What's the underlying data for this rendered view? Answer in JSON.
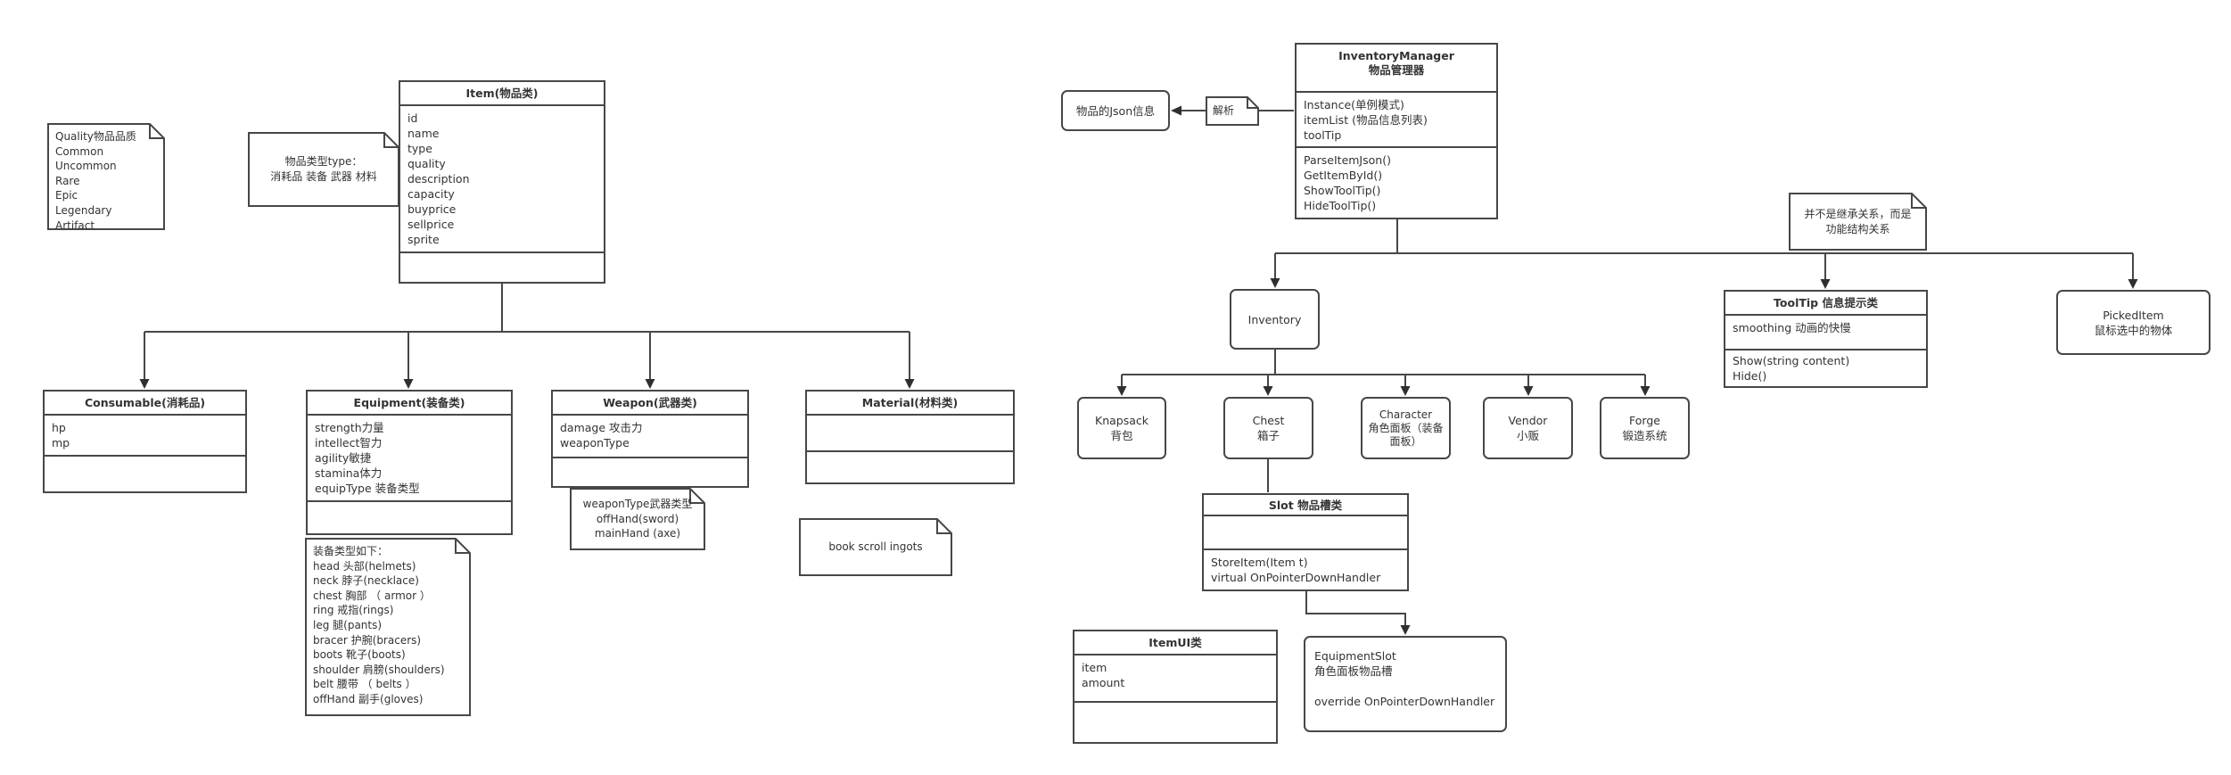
{
  "canvas": {
    "background": "#ffffff",
    "line_color": "#474747"
  },
  "notes": {
    "quality": {
      "lines": [
        "Quality物品品质",
        "Common",
        "Uncommon",
        "Rare",
        "Epic",
        "Legendary",
        "Artifact"
      ]
    },
    "item_type": {
      "lines": [
        "物品类型type：",
        "消耗品 装备 武器 材料"
      ]
    },
    "equip_type": {
      "lines": [
        "装备类型如下：",
        "head 头部(helmets)",
        "neck 脖子(necklace)",
        "chest 胸部 （ armor ）",
        "ring 戒指(rings)",
        "leg 腿(pants)",
        "bracer 护腕(bracers)",
        "boots 靴子(boots)",
        "shoulder 肩膀(shoulders)",
        "belt 腰带 （ belts ）",
        "offHand 副手(gloves)"
      ]
    },
    "weapon_type": {
      "lines": [
        "weaponType武器类型",
        "offHand(sword)",
        "mainHand (axe)"
      ]
    },
    "material_examples": {
      "lines": [
        "book scroll ingots"
      ]
    },
    "parse": {
      "label": "解析"
    },
    "relation": {
      "lines": [
        "并不是继承关系，而是",
        "功能结构关系"
      ]
    }
  },
  "classes": {
    "item": {
      "title": "Item(物品类)",
      "fields": [
        "id",
        "name",
        "type",
        "quality",
        "description",
        "capacity",
        "buyprice",
        "sellprice",
        "sprite"
      ],
      "methods": []
    },
    "consumable": {
      "title": "Consumable(消耗品)",
      "fields": [
        "hp",
        "mp"
      ],
      "methods": []
    },
    "equipment": {
      "title": "Equipment(装备类)",
      "fields": [
        "strength力量",
        "intellect智力",
        "agility敏捷",
        "stamina体力",
        "equipType 装备类型"
      ],
      "methods": []
    },
    "weapon": {
      "title": "Weapon(武器类)",
      "fields": [
        "damage 攻击力",
        "weaponType"
      ],
      "methods": []
    },
    "material": {
      "title": "Material(材料类)",
      "fields": [],
      "methods": []
    },
    "inventory_manager": {
      "title_lines": [
        "InventoryManager",
        "物品管理器"
      ],
      "fields": [
        "Instance(单例模式)",
        "itemList (物品信息列表)",
        "toolTip"
      ],
      "methods": [
        "ParseItemJson()",
        "GetItemById()",
        "ShowToolTip()",
        "HideToolTip()"
      ]
    },
    "tooltip": {
      "title": "ToolTip 信息提示类",
      "fields": [
        "smoothing 动画的快慢"
      ],
      "methods": [
        "Show(string content)",
        "Hide()"
      ]
    },
    "slot": {
      "title": "Slot 物品槽类",
      "fields": [],
      "methods": [
        "StoreItem(Item t)",
        "virtual OnPointerDownHandler"
      ]
    },
    "itemui": {
      "title": "ItemUI类",
      "fields": [
        "item",
        "amount"
      ],
      "methods": []
    }
  },
  "boxes": {
    "json_info": {
      "label": "物品的Json信息"
    },
    "inventory": {
      "label": "Inventory"
    },
    "picked_item": {
      "lines": [
        "PickedItem",
        "鼠标选中的物体"
      ]
    },
    "knapsack": {
      "lines": [
        "Knapsack",
        "背包"
      ]
    },
    "chest": {
      "lines": [
        "Chest",
        "箱子"
      ]
    },
    "character": {
      "lines": [
        "Character",
        "角色面板（装备面板）"
      ]
    },
    "vendor": {
      "lines": [
        "Vendor",
        "小贩"
      ]
    },
    "forge": {
      "lines": [
        "Forge",
        "锻造系统"
      ]
    },
    "equipment_slot": {
      "lines": [
        "EquipmentSlot",
        "角色面板物品槽",
        "",
        "override OnPointerDownHandler"
      ]
    }
  }
}
